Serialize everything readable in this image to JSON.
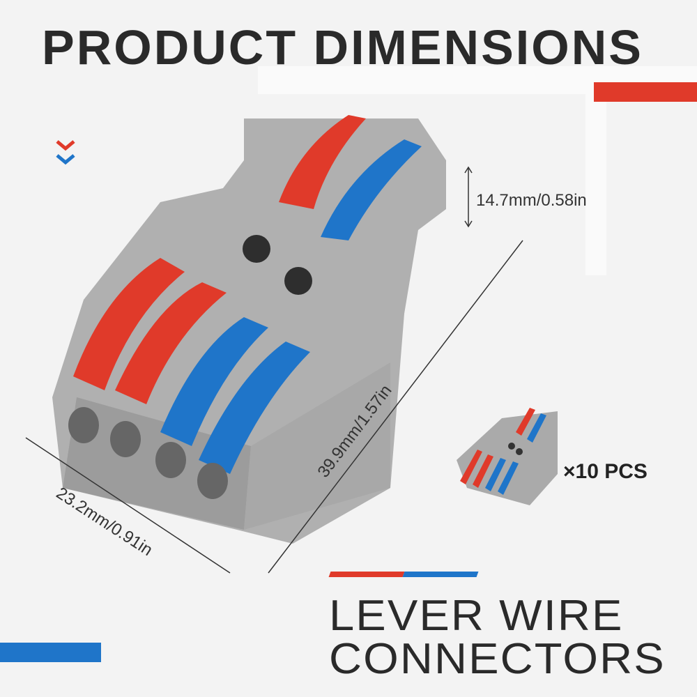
{
  "header": {
    "title": "PRODUCT DIMENSIONS"
  },
  "dimensions": {
    "height": "14.7mm/0.58in",
    "length": "39.9mm/1.57in",
    "width": "23.2mm/0.91in"
  },
  "quantity": "×10 PCS",
  "product_name": {
    "line1": "LEVER WIRE",
    "line2": "CONNECTORS"
  },
  "colors": {
    "red": "#e03a2a",
    "blue": "#1f75c9",
    "gray": "#a9a9a9",
    "text": "#2a2a2a"
  }
}
